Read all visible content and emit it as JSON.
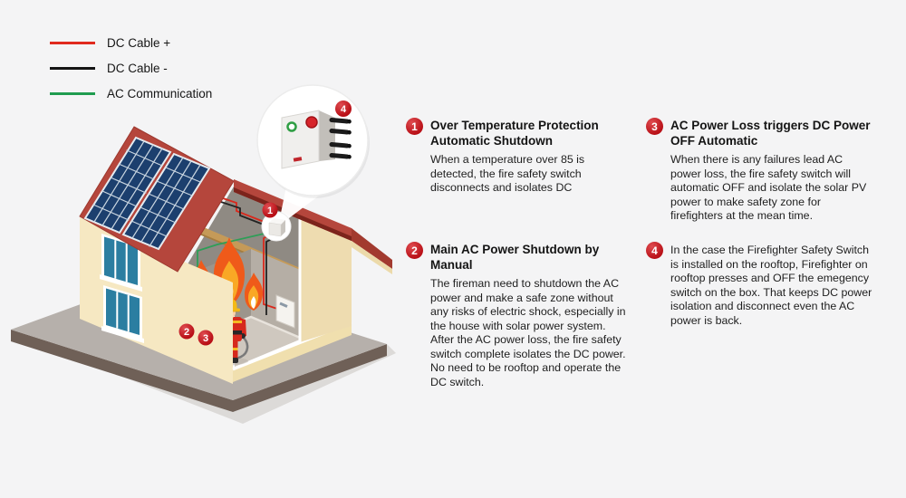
{
  "legend": {
    "items": [
      {
        "label": "DC Cable +",
        "color": "#e02a1e"
      },
      {
        "label": "DC Cable -",
        "color": "#141414"
      },
      {
        "label": "AC Communication",
        "color": "#1f9c4f"
      }
    ]
  },
  "notes": [
    {
      "num": "1",
      "title": "Over Temperature Protection Automatic Shutdown",
      "body": "When a temperature over 85 is detected, the fire safety switch disconnects and isolates DC"
    },
    {
      "num": "2",
      "title": "Main AC Power Shutdown by Manual",
      "body": "The fireman need to shutdown the AC power and make a safe zone without any risks of electric shock, especially in the house with solar power system. After the AC power loss, the fire safety switch complete isolates the DC power.\nNo need to be rooftop and operate the DC switch."
    },
    {
      "num": "3",
      "title": "AC Power Loss triggers DC Power OFF Automatic",
      "body": "When there is any failures lead AC power loss, the fire safety switch will automatic OFF and isolate the solar PV power to make safety zone for firefighters at the mean time."
    },
    {
      "num": "4",
      "title": "",
      "body": "In the case the Firefighter Safety Switch is installed on the rooftop, Firefighter on rooftop presses and OFF the emegency switch on the box. That keeps DC power isolation and disconnect even the AC power is back."
    }
  ],
  "illustration": {
    "markers": [
      "1",
      "2",
      "3",
      "4"
    ],
    "colors": {
      "roof": "#b5463c",
      "wall": "#f6e8c2",
      "solar_panel": "#1c3f6e",
      "badge": "#c3161b",
      "flame": "#ef5a1a"
    }
  }
}
